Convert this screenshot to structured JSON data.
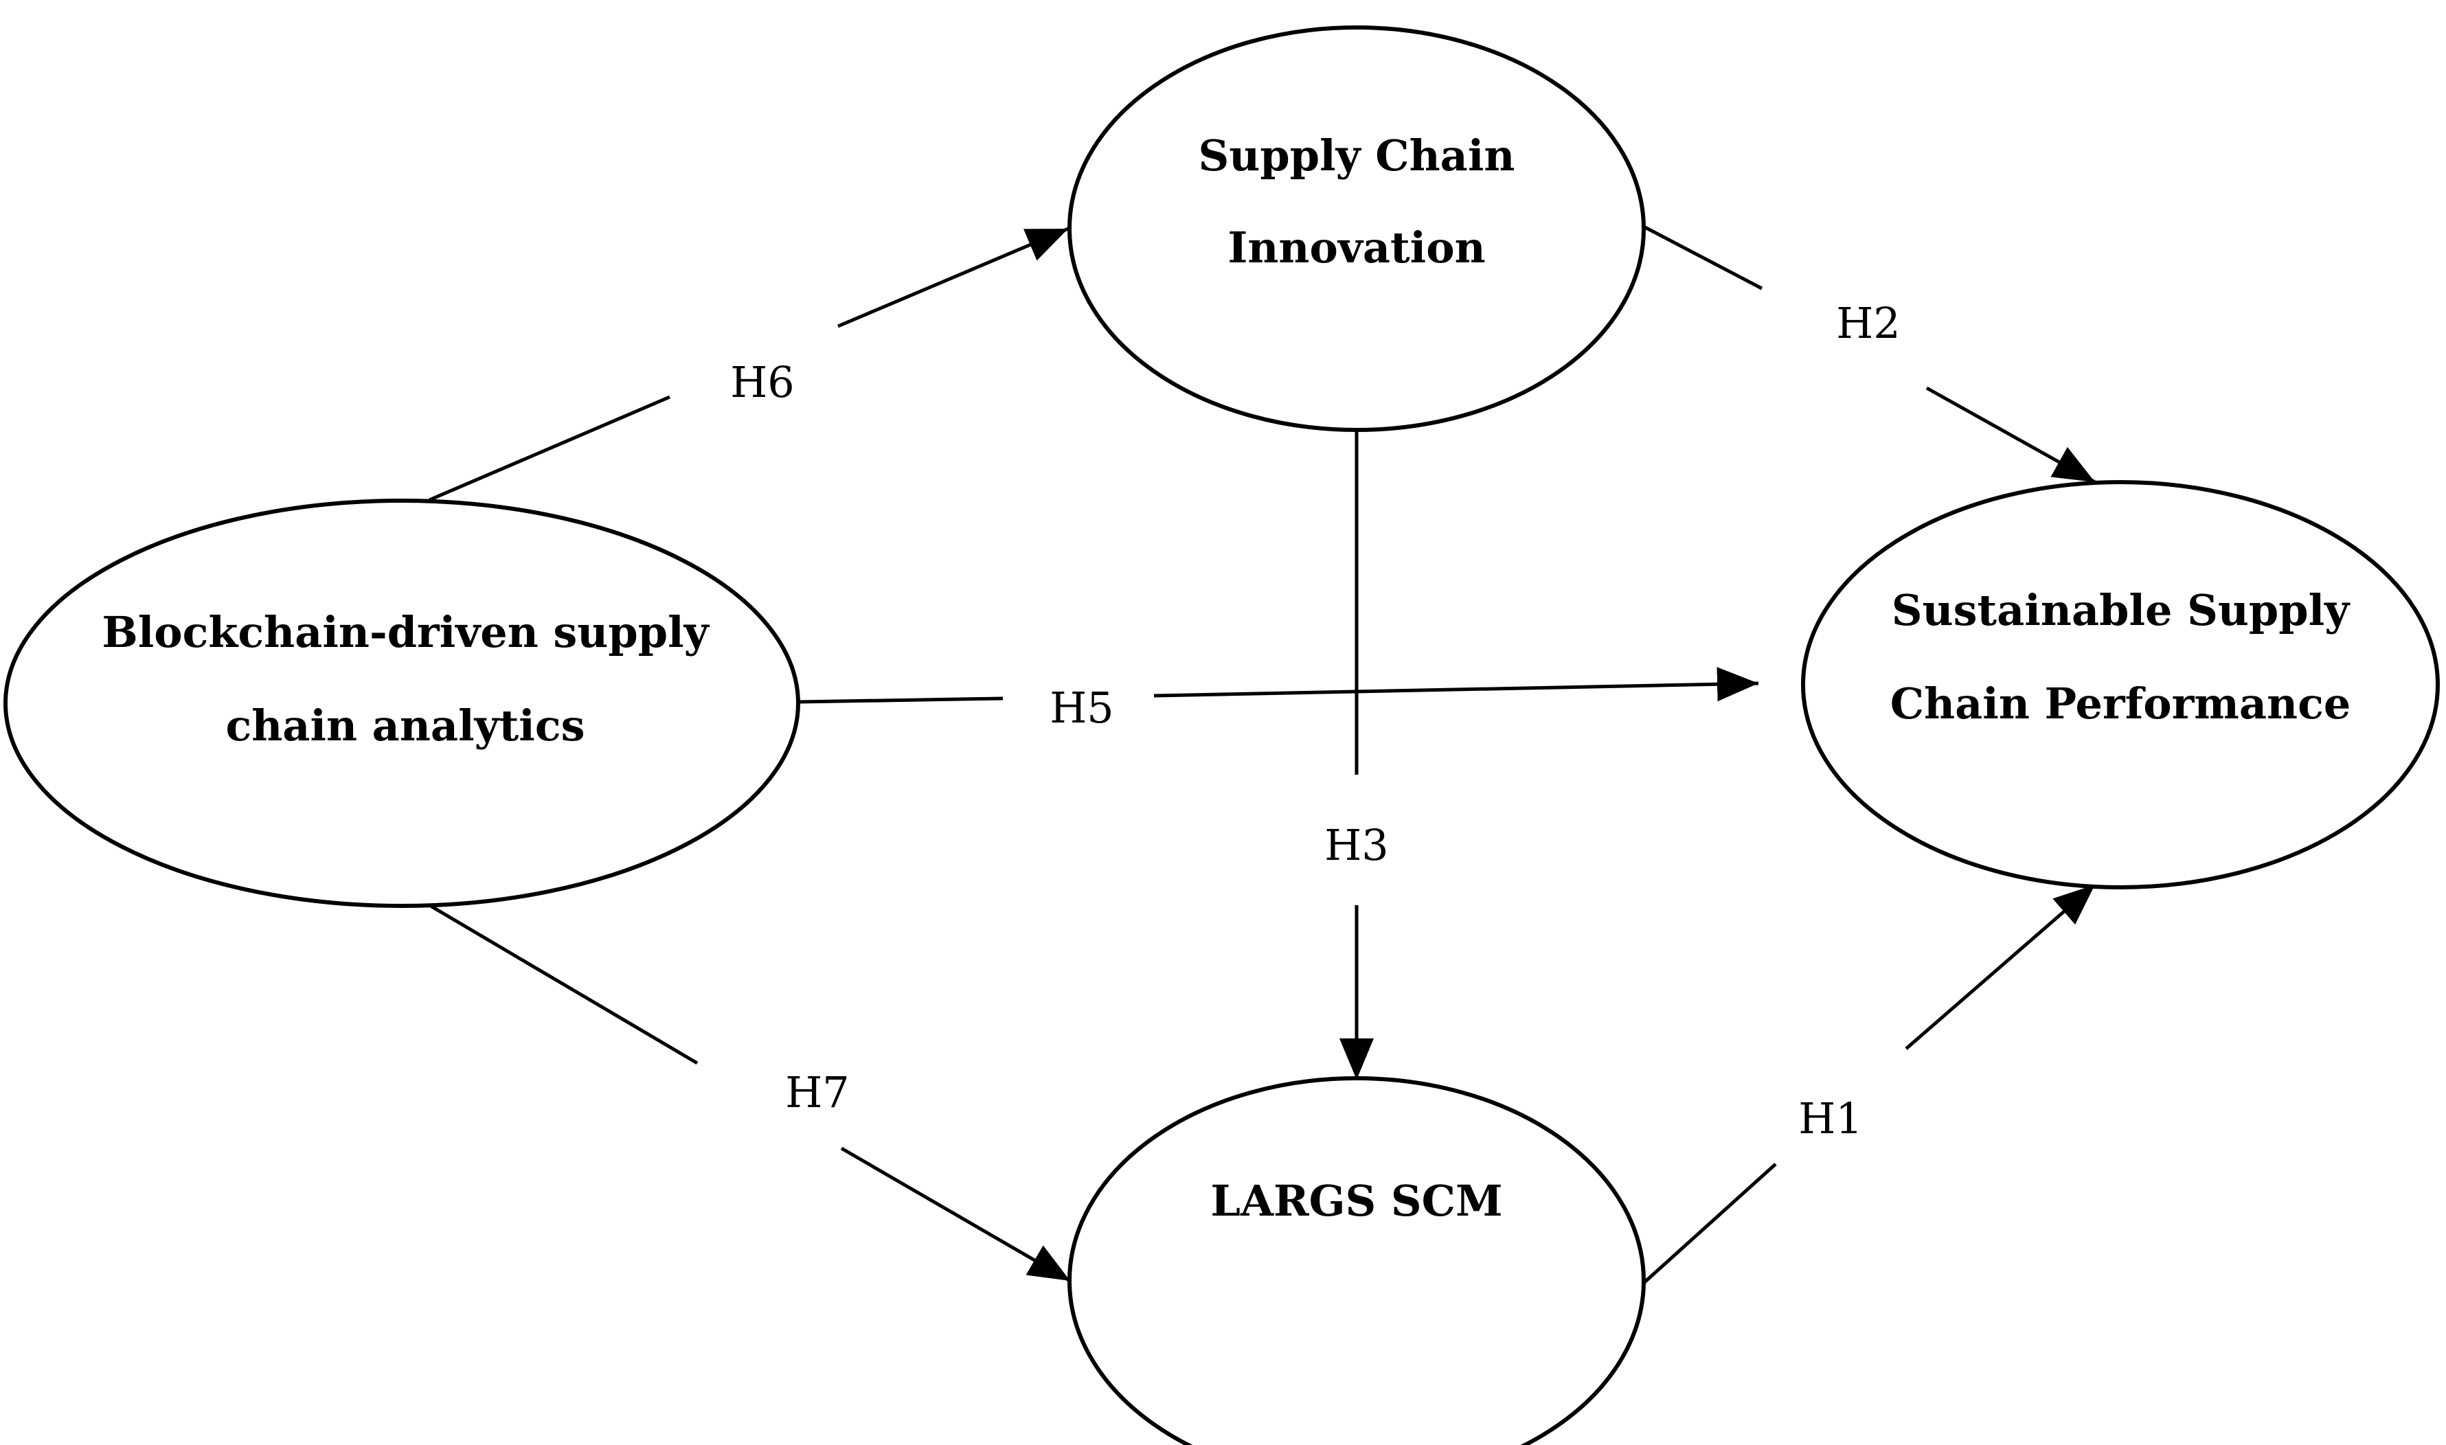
{
  "nodes": {
    "blockchain": {
      "line1": "Blockchain-driven supply",
      "line2": "chain analytics"
    },
    "innovation": {
      "line1": "Supply Chain",
      "line2": "Innovation"
    },
    "sustainable": {
      "line1": "Sustainable Supply",
      "line2": "Chain Performance"
    },
    "largs": {
      "line1": "LARGS SCM"
    }
  },
  "edges": {
    "h1": "H1",
    "h2": "H2",
    "h3": "H3",
    "h5": "H5",
    "h6": "H6",
    "h7": "H7"
  }
}
